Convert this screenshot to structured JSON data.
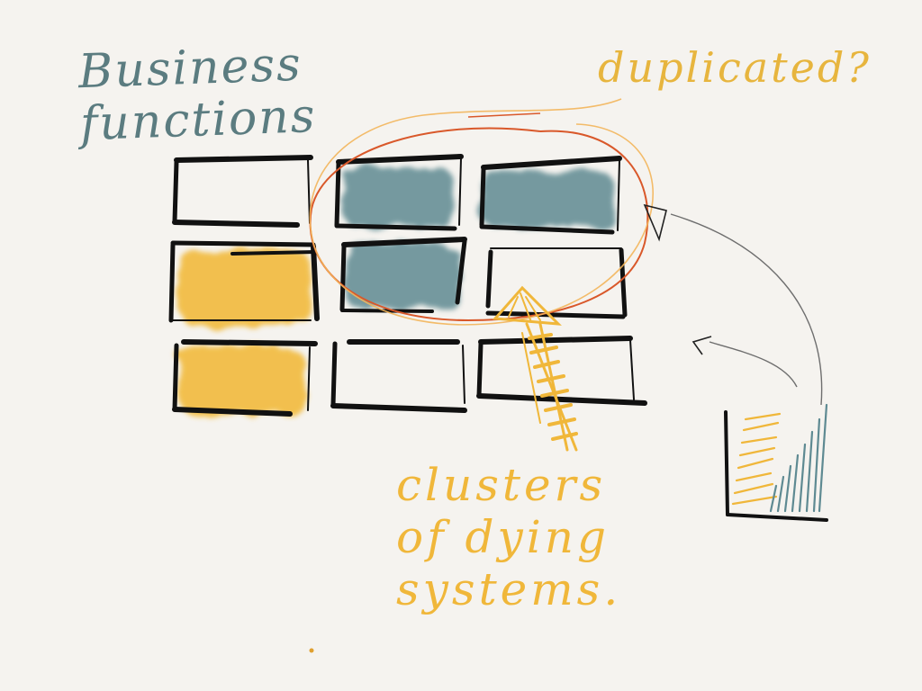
{
  "labels": {
    "title": "Business\nfunctions",
    "duplicated": "duplicated?",
    "clusters": "clusters\nof dying\nsystems."
  },
  "grid": {
    "rows": 3,
    "cols": 3,
    "cells": [
      {
        "row": 0,
        "col": 0,
        "fill": "none"
      },
      {
        "row": 0,
        "col": 1,
        "fill": "slate"
      },
      {
        "row": 0,
        "col": 2,
        "fill": "slate"
      },
      {
        "row": 1,
        "col": 0,
        "fill": "amber"
      },
      {
        "row": 1,
        "col": 1,
        "fill": "slate"
      },
      {
        "row": 1,
        "col": 2,
        "fill": "none"
      },
      {
        "row": 2,
        "col": 0,
        "fill": "amber"
      },
      {
        "row": 2,
        "col": 1,
        "fill": "none"
      },
      {
        "row": 2,
        "col": 2,
        "fill": "none"
      }
    ]
  },
  "colors": {
    "background": "#f5f3ef",
    "ink": "#111111",
    "slate": "#5e8a92",
    "amber": "#f2b733",
    "title_ink": "#5b7c80",
    "circle_red": "#d9582a",
    "circle_orange": "#f3b55a",
    "thin_arrow": "#6e6e6e"
  }
}
